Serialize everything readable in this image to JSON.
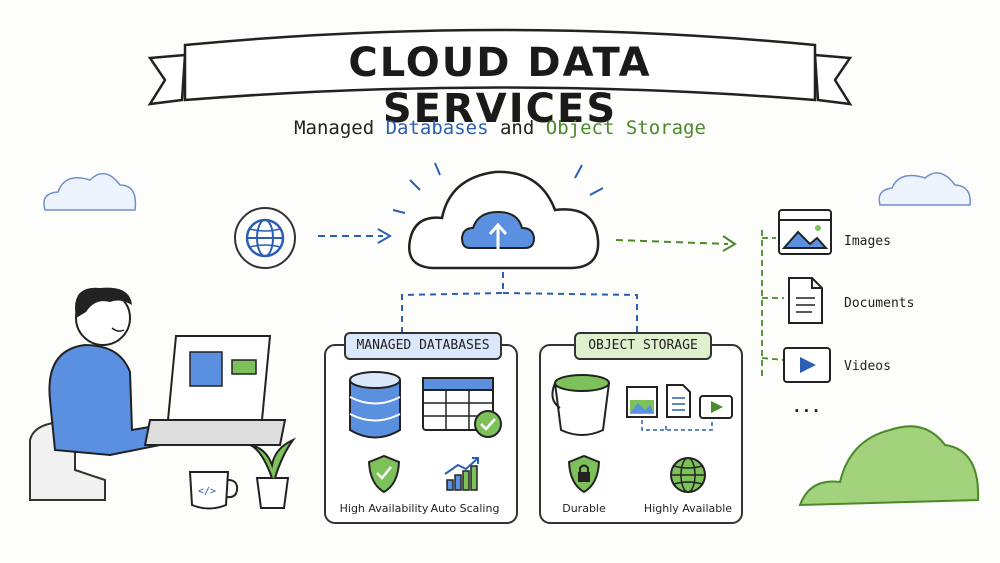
{
  "banner": {
    "title": "CLOUD DATA SERVICES",
    "subtitle_part1": "Managed ",
    "subtitle_part2": "Databases",
    "subtitle_part3": " and ",
    "subtitle_part4": "Object Storage"
  },
  "managed_databases": {
    "header": "MANAGED DATABASES",
    "features": [
      "High Availability",
      "Auto Scaling"
    ]
  },
  "object_storage": {
    "header": "OBJECT STORAGE",
    "features": [
      "Durable",
      "Highly Available"
    ]
  },
  "media_types": {
    "items": [
      "Images",
      "Documents",
      "Videos"
    ],
    "more": "..."
  },
  "icons": [
    "globe-icon",
    "cloud-upload-icon",
    "database-icon",
    "table-icon",
    "check-icon",
    "shield-icon",
    "chart-up-icon",
    "bucket-icon",
    "image-icon",
    "document-icon",
    "video-icon",
    "lock-shield-icon",
    "globe-small-icon",
    "coffee-mug-icon",
    "plant-icon",
    "laptop-icon",
    "person-icon"
  ],
  "colors": {
    "blue": "#2b5fb4",
    "light_blue": "#dbe7fb",
    "green": "#4a8a2a",
    "light_green": "#dff0cf"
  }
}
